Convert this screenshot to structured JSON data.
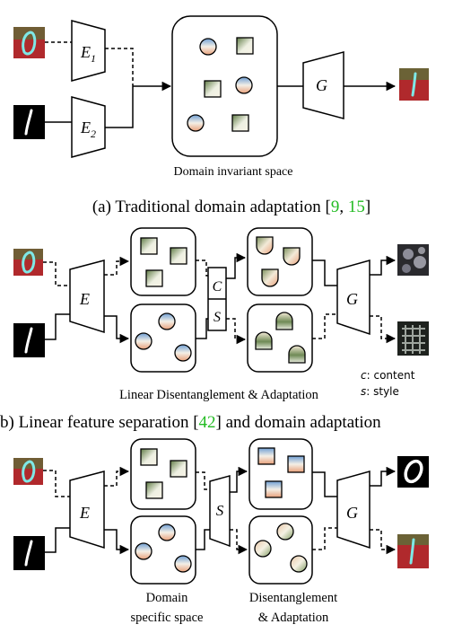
{
  "colors": {
    "citation": "#22bb22",
    "stroke": "#000000",
    "mnistm_bg": "#b0292c",
    "mnistm_stroke": "#7ee8e6",
    "mnist_bg": "#000000",
    "mnist_stroke": "#ffffff",
    "orange": "#e8a07a",
    "blue": "#6f9fd4",
    "green": "#6f8a55",
    "beige": "#f6f1e4"
  },
  "panel_a": {
    "encoder1": {
      "main": "E",
      "sub": "1"
    },
    "encoder2": {
      "main": "E",
      "sub": "2"
    },
    "generator": "G",
    "space_label": "Domain invariant space",
    "caption_prefix": "(a) Traditional domain adaptation [",
    "cite1": "9",
    "cite_sep": ", ",
    "cite2": "15",
    "caption_suffix": "]"
  },
  "panel_b": {
    "encoder": "E",
    "generator": "G",
    "sep_top": "C",
    "sep_bottom": "S",
    "label": "Linear Disentanglement & Adaptation",
    "legend": [
      {
        "sym": "c",
        "desc": ": content"
      },
      {
        "sym": "s",
        "desc": ": style"
      }
    ],
    "caption_prefix": "b) Linear feature separation [",
    "cite": "42",
    "caption_suffix": "] and domain adaptation"
  },
  "panel_c": {
    "encoder": "E",
    "generator": "G",
    "separator": "S",
    "label_left": [
      "Domain",
      "specific space"
    ],
    "label_right": [
      "Disentanglement",
      "& Adaptation"
    ]
  }
}
